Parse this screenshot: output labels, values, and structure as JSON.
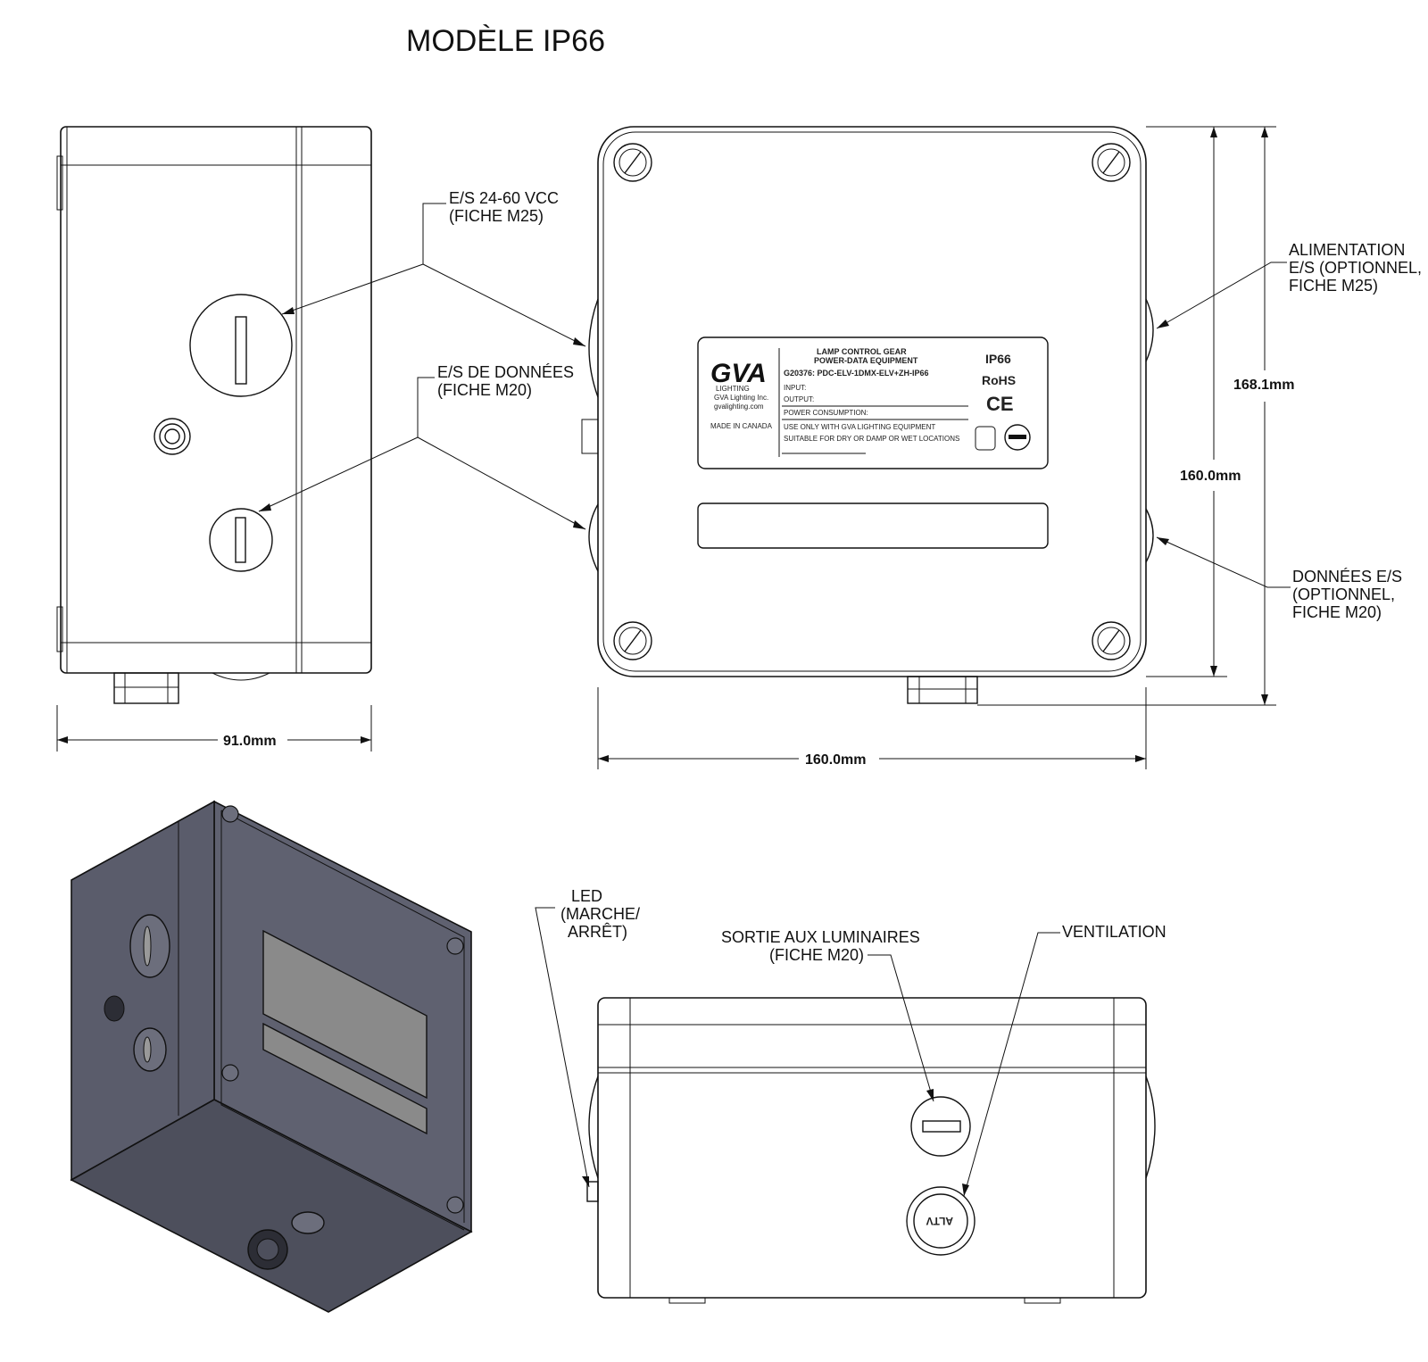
{
  "title": "MODÈLE IP66",
  "side_view": {
    "label_power_io": [
      "E/S 24-60 VCC",
      "(FICHE M25)"
    ],
    "label_data_io": [
      "E/S DE DONNÉES",
      "(FICHE M20)"
    ],
    "dim_width": "91.0mm"
  },
  "front_view": {
    "label_power_opt": [
      "ALIMENTATION",
      "E/S (OPTIONNEL,",
      "FICHE M25)"
    ],
    "label_data_opt": [
      "DONNÉES E/S",
      "(OPTIONNEL,",
      "FICHE M20)"
    ],
    "dim_width": "160.0mm",
    "dim_height": "160.0mm",
    "dim_height_total": "168.1mm",
    "plate": {
      "logo": "GVA",
      "logo_sub": "LIGHTING",
      "company": "GVA Lighting Inc.",
      "website": "gvalighting.com",
      "made_in": "MADE IN CANADA",
      "line1": "LAMP CONTROL GEAR",
      "line2": "POWER-DATA EQUIPMENT",
      "model": "G20376: PDC-ELV-1DMX-ELV+ZH-IP66",
      "input": "INPUT:",
      "output": "OUTPUT:",
      "power": "POWER CONSUMPTION:",
      "use": "USE ONLY WITH GVA LIGHTING EQUIPMENT",
      "suitable": "SUITABLE FOR DRY OR DAMP OR WET LOCATIONS",
      "ip": "IP66",
      "rohs": "RoHS",
      "ce": "CE"
    }
  },
  "bottom_view": {
    "label_led": [
      "LED",
      "(MARCHE/",
      "ARRÊT)"
    ],
    "label_out": [
      "SORTIE AUX LUMINAIRES",
      "(FICHE M20)"
    ],
    "label_vent": "VENTILATION",
    "vent_text": "ALTV"
  },
  "colors": {
    "iso_body": "#5f6170",
    "iso_dark": "#4d4f5c",
    "iso_window": "#8a8a8a"
  }
}
